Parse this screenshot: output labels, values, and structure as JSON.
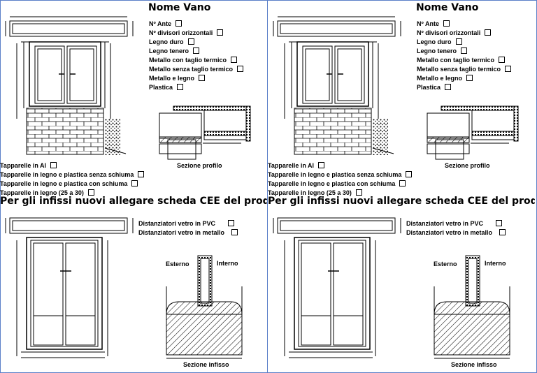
{
  "panels": [
    {
      "title": "Nome Vano",
      "frame_options": [
        "Nº Ante",
        "Nº divisori orizzontali",
        "Legno duro",
        "Legno tenero",
        "Metallo con taglio termico",
        "Metallo senza taglio termico",
        "Metallo e legno",
        "Plastica"
      ],
      "profile_label": "Sezione profilo",
      "shutter_options": [
        "Tapparelle in Al",
        "Tapparelle in legno e plastica senza schiuma",
        "Tapparelle in legno e plastica con schiuma",
        "Tapparelle in legno (25 a 30)"
      ],
      "banner": "Per gli infissi nuovi allegare scheda CEE del produttore",
      "spacer_options": [
        "Distanziatori vetro in PVC",
        "Distanziatori vetro in metallo"
      ],
      "outside_label": "Esterno",
      "inside_label": "Interno",
      "section_label": "Sezione infisso"
    },
    {
      "title": "Nome Vano",
      "frame_options": [
        "Nº Ante",
        "Nº divisori orizzontali",
        "Legno duro",
        "Legno tenero",
        "Metallo con taglio termico",
        "Metallo senza taglio termico",
        "Metallo e legno",
        "Plastica"
      ],
      "profile_label": "Sezione profilo",
      "shutter_options": [
        "Tapparelle in Al",
        "Tapparelle in legno e plastica senza schiuma",
        "Tapparelle in legno e plastica con schiuma",
        "Tapparelle in legno (25 a 30)"
      ],
      "banner": "Per gli infissi nuovi allegare scheda CEE del produttore",
      "spacer_options": [
        "Distanziatori vetro in PVC",
        "Distanziatori vetro in metallo"
      ],
      "outside_label": "Esterno",
      "inside_label": "Interno",
      "section_label": "Sezione infisso"
    }
  ],
  "colors": {
    "frame_border": "#5b7fc8",
    "ink": "#000000"
  }
}
